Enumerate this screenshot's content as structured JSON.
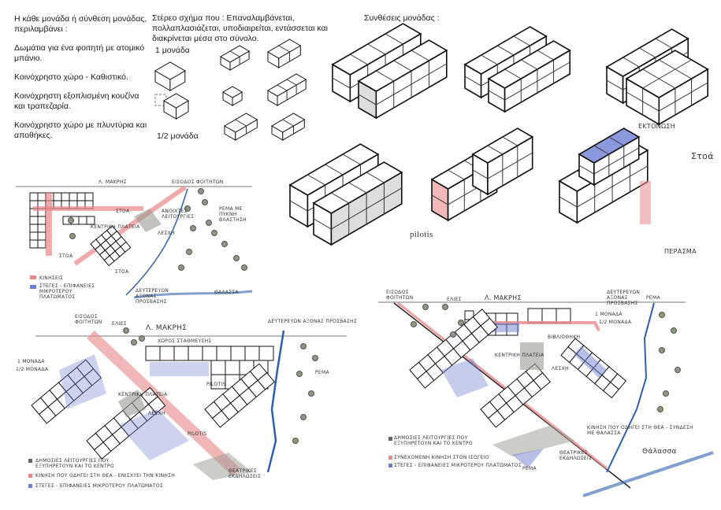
{
  "intro": {
    "heading": "Η κάθε μονάδα ή σύνθεση μονάδας, περιλαμβάνει :",
    "items": [
      "Δωμάτια για ένα φοιτητή με ατομικό μπάνιο.",
      "Κοινόχρηστο χώρο - Καθιστικό.",
      "Κοινόχρηστη εξοπλισμένη κουζίνα και τραπεζαρία.",
      "Κοινόχρηστο χώρο με πλυντύρια και αποθήκες."
    ]
  },
  "solid": {
    "heading": "Στέρεο σχήμα που : Επαναλαμβάνεται, πολλαπλασιάζεται, υποδιαιρείται, εντάσσεται και διακρίνεται μέσα στο σύνολο.",
    "one_unit": "1 μονάδα",
    "half_unit": "1/2 μονάδα"
  },
  "compositions": {
    "heading": "Συνθέσεις μονάδας :",
    "pilotis": "pilotis",
    "ektonosi": "ΕΚΤΟΝΩΣΗ",
    "stoa": "Στοά",
    "perasma": "ΠΕΡΑΣΜΑ"
  },
  "map1": {
    "road": "Λ. ΜΑΚΡΗΣ",
    "entrance": "ΕΙΣΟΔΟΣ ΦΟΙΤΗΤΩΝ",
    "stoa1": "ΣΤΟΑ",
    "stoa2": "ΣΤΟΑ",
    "stoa3": "ΣΤΟΑ",
    "center": "ΚΕΝΤΡΙΚΗ ΠΛΑΤΕΙΑ",
    "common": "ΑΝΟΙΧΤΕΣ ΛΕΙΤΟΥΡΓΙΕΣ",
    "club": "ΛΕΣΧΗ",
    "stream": "ΡΕΜΑ ΜΕ ΠΥΚΝΗ ΒΛΑΣΤΗΣΗ",
    "secondary_road": "ΔΕΥΤΕΡΕΥΩΝ ΑΞΟΝΑΣ ΠΡΟΣΒΑΣΗΣ",
    "sea": "ΘΑΛΑΣΣΑ",
    "legend": [
      "ΚΙΝΗΣΕΙΣ",
      "ΣΤΕΓΕΣ - ΕΠΙΦΑΝΕΙΕΣ ΜΙΚΡΟΤΕΡΟΥ ΠΛΑΤΩΜΑΤΟΣ"
    ]
  },
  "map2": {
    "road": "Λ. ΜΑΚΡΗΣ",
    "entrance": "ΕΙΣΟΔΟΣ ΦΟΙΤΗΤΩΝ",
    "olives": "ΕΛΙΕΣ",
    "secondary_road": "ΔΕΥΤΕΡΕΥΩΝ ΑΞΟΝΑΣ ΠΡΟΣΒΑΣΗΣ",
    "parking": "ΧΩΡΟΣ ΣΤΑΘΜΕΥΣΗΣ",
    "one_unit": "1 ΜΟΝΑΔΑ",
    "half_unit": "1/2 ΜΟΝΑΔΑ",
    "center": "ΚΕΝΤΡΙΚΗ ΠΛΑΤΕΙΑ",
    "club": "ΛΕΣΧΗ",
    "pilotis1": "PILOTIS",
    "pilotis2": "PILOTIS",
    "stream": "ΡΕΜΑ",
    "open_air": "ΘΕΑΤΡΙΚΕΣ ΕΚΔΗΛΩΣΕΙΣ",
    "legend": [
      "ΔΗΜΟΣΙΕΣ ΛΕΙΤΟΥΡΓΙΕΣ ΠΟΥ ΕΞΥΠΗΡΕΤΟΥΝ ΚΑΙ ΤΟ ΚΕΝΤΡΟ",
      "ΚΙΝΗΣΗ ΠΟΥ ΟΔΗΓΕΙ ΣΤΗ ΘΕΑ - ΕΝΙΣΧΥΕΙ ΤΗΝ ΚΙΝΗΣΗ",
      "ΣΤΕΓΕΣ - ΕΠΙΦΑΝΕΙΕΣ ΜΙΚΡΟΤΕΡΟΥ ΠΛΑΤΩΜΑΤΟΣ"
    ]
  },
  "map3": {
    "road": "Λ. ΜΑΚΡΗΣ",
    "entrance": "ΕΙΣΟΔΟΣ ΦΟΙΤΗΤΩΝ",
    "olives": "ΕΛΙΕΣ",
    "secondary_road": "ΔΕΥΤΕΡΕΥΩΝ ΑΞΟΝΑΣ ΠΡΟΣΒΑΣΗΣ",
    "stream": "ΡΕΜΑ",
    "one_unit": "1 ΜΟΝΑΔΑ",
    "half_unit": "1/2 ΜΟΝΑΔΑ",
    "center": "ΚΕΝΤΡΙΚΗ ΠΛΑΤΕΙΑ",
    "club": "ΛΕΣΧΗ",
    "library": "ΒΙΒΛΙΟΘΗΚΗ",
    "open_air": "ΘΕΑΤΡΙΚΕΣ ΕΚΔΗΛΩΣΕΙΣ",
    "stream_low": "ΡΕΜΑ",
    "sea": "Θάλασσα",
    "note": "ΚΙΝΗΣΗ ΠΟΥ ΟΔΗΓΕΙ ΣΤΗ ΘΕΑ - ΣΥΝΔΕΣΗ ΜΕ ΘΑΛΑΣΣΑ",
    "legend": [
      "ΔΗΜΟΣΙΕΣ ΛΕΙΤΟΥΡΓΙΕΣ ΠΟΥ ΕΞΥΠΗΡΕΤΟΥΝ ΚΑΙ ΤΟ ΚΕΝΤΡΟ",
      "ΣΥΝΕΧΟΜΕΝΗ ΚΙΝΗΣΗ ΣΤΟΝ ΙΣΟΓΕΙΟ",
      "ΣΤΕΓΕΣ - ΕΠΙΦΑΝΕΙΕΣ ΜΙΚΡΟΤΕΡΟΥ ΠΛΑΤΩΜΑΤΟΣ"
    ]
  },
  "colors": {
    "red": "#e9888a",
    "blue": "#6f7fd0",
    "gray": "#9a9a92",
    "river": "#2f5fae",
    "tree": "#8d9784"
  }
}
